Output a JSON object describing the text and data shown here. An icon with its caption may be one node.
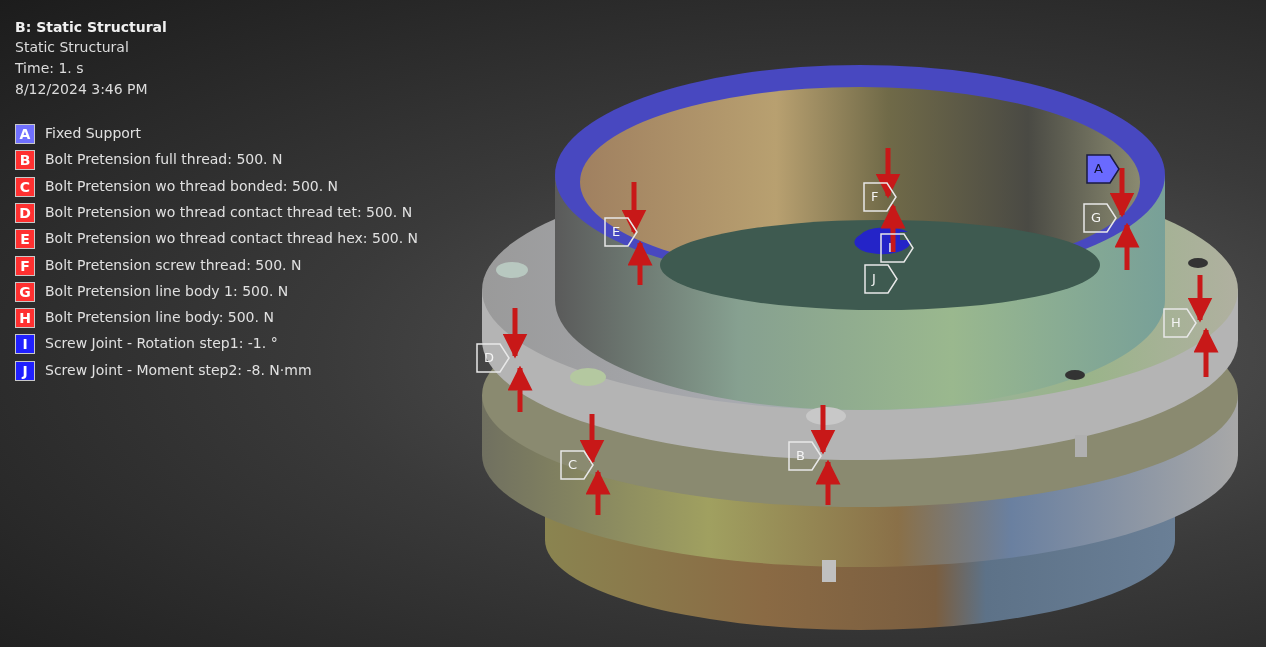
{
  "diagram": {
    "title": "B: Static Structural",
    "labels": [
      "Static Structural",
      "Time: 1. s",
      "8/12/2024 3:46 PM",
      "A",
      "B",
      "C",
      "D",
      "E",
      "F",
      "G",
      "H",
      "I",
      "J",
      "A",
      "F",
      "G",
      "E",
      "I",
      "J",
      "H",
      "D",
      "B",
      "C"
    ],
    "legend": [
      {
        "text": "Fixed Support",
        "color": "#7070ff"
      },
      {
        "text": "Bolt Pretension full thread: 500. N",
        "color": "#ff3030"
      },
      {
        "text": "Bolt Pretension wo thread bonded: 500. N",
        "color": "#ff3030"
      },
      {
        "text": "Bolt Pretension wo thread contact thread tet: 500. N",
        "color": "#ff3030"
      },
      {
        "text": "Bolt Pretension wo thread contact thread hex: 500. N",
        "color": "#ff3030"
      },
      {
        "text": "Bolt Pretension screw thread: 500. N",
        "color": "#ff3030"
      },
      {
        "text": "Bolt Pretension line body 1: 500. N",
        "color": "#ff3030"
      },
      {
        "text": "Bolt Pretension line body: 500. N",
        "color": "#ff3030"
      },
      {
        "text": "Screw Joint - Rotation step1: -1. °",
        "color": "#2020ff"
      },
      {
        "text": "Screw Joint - Moment step2: -8. N·mm",
        "color": "#2020ff"
      }
    ]
  }
}
